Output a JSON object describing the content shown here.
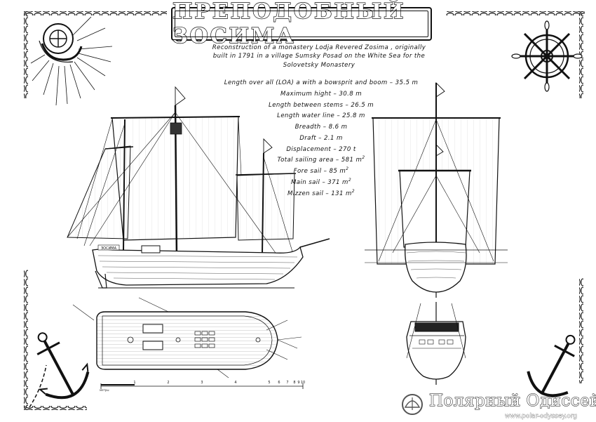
{
  "title": "ПРЕПОДОБНЫЙ ЗОСИМА",
  "description": [
    "Reconstruction of a monastery Lodja  Revered Zosima , originally",
    "built in 1791 in a village Sumsky Posad on the White Sea for the",
    "Solovetsky Monastery"
  ],
  "specs": [
    {
      "text": "Length over all (LOA) a with a bowsprit and boom – 35.5 m",
      "sup": ""
    },
    {
      "text": "Maximum hight – 30.8 m",
      "sup": ""
    },
    {
      "text": "Length between stems – 26.5 m",
      "sup": ""
    },
    {
      "text": "Length water line – 25.8 m",
      "sup": ""
    },
    {
      "text": "Breadth – 8.6 m",
      "sup": ""
    },
    {
      "text": "Draft – 2.1 m",
      "sup": ""
    },
    {
      "text": "Displacement – 270 t",
      "sup": ""
    },
    {
      "text": "Total sailing area – 581 m",
      "sup": "2"
    },
    {
      "text": "Fore sail – 85 m",
      "sup": "2"
    },
    {
      "text": "Main sail – 371 m",
      "sup": "2"
    },
    {
      "text": "Mizzen sail – 131 m",
      "sup": "2"
    }
  ],
  "hull_nameplate": "ЗОСИМА",
  "scale_bar": {
    "ticks": [
      "",
      "1",
      "2",
      "3",
      "4",
      "5",
      "6",
      "7",
      "8",
      "9",
      "10"
    ],
    "label": "метры"
  },
  "watermark": {
    "text": "Полярный Одиссей",
    "url": "www.polar-odyssey.org"
  },
  "icons": [
    "monastery-emblem-icon",
    "ship-wheel-icon",
    "anchor-icon"
  ]
}
